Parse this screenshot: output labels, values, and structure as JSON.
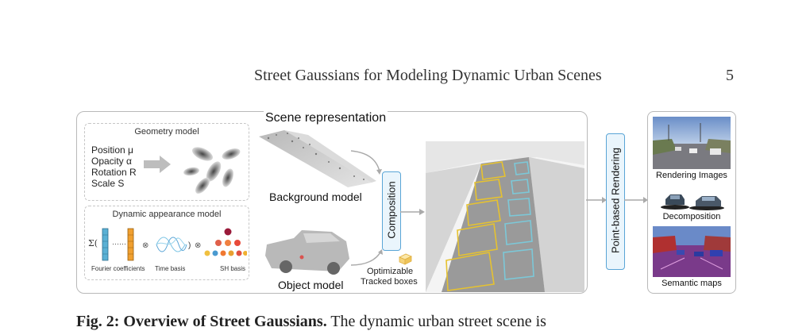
{
  "header": {
    "running_title": "Street Gaussians for Modeling Dynamic Urban Scenes",
    "page_number": "5"
  },
  "figure": {
    "scene_title": "Scene representation",
    "geometry_model": {
      "title": "Geometry model",
      "attributes": [
        "Position μ",
        "Opacity α",
        "Rotation R",
        "Scale S"
      ]
    },
    "dynamic_appearance_model": {
      "title": "Dynamic appearance model",
      "fourier_label": "Fourier coefficients",
      "time_label": "Time basis",
      "sh_label": "SH basis"
    },
    "background_label": "Background model",
    "object_label": "Object model",
    "composition_label": "Composition",
    "tracked_boxes_label_1": "Optimizable",
    "tracked_boxes_label_2": "Tracked boxes",
    "rendering_label": "Point-based Rendering",
    "outputs": {
      "rendering_images": "Rendering Images",
      "decomposition": "Decomposition",
      "semantic_maps": "Semantic maps"
    }
  },
  "caption": {
    "bold": "Fig. 2: Overview of Street Gaussians.",
    "text": "The dynamic urban street scene is"
  }
}
